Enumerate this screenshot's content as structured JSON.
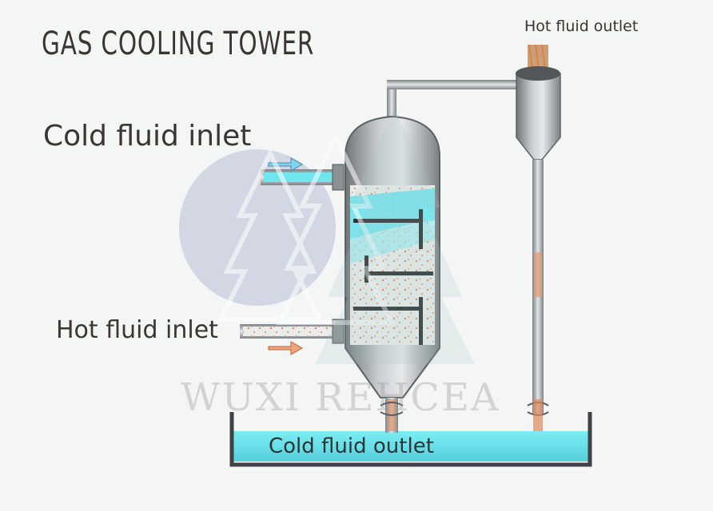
{
  "diagram": {
    "title": "GAS COOLING TOWER",
    "labels": {
      "cold_fluid_inlet": "Cold fluid inlet",
      "hot_fluid_inlet": "Hot fluid inlet",
      "hot_fluid_outlet": "Hot fluid outlet",
      "cold_fluid_outlet": "Cold fluid outlet"
    },
    "watermark": "WUXI REHCEA",
    "colors": {
      "cold_fluid": "#6fe6ee",
      "hot_fluid": "#e08a5a",
      "vessel_metal": "#9ea3a5",
      "watermark_circle": "#c7ccdc",
      "watermark_trees": "#9fc4c0"
    }
  }
}
